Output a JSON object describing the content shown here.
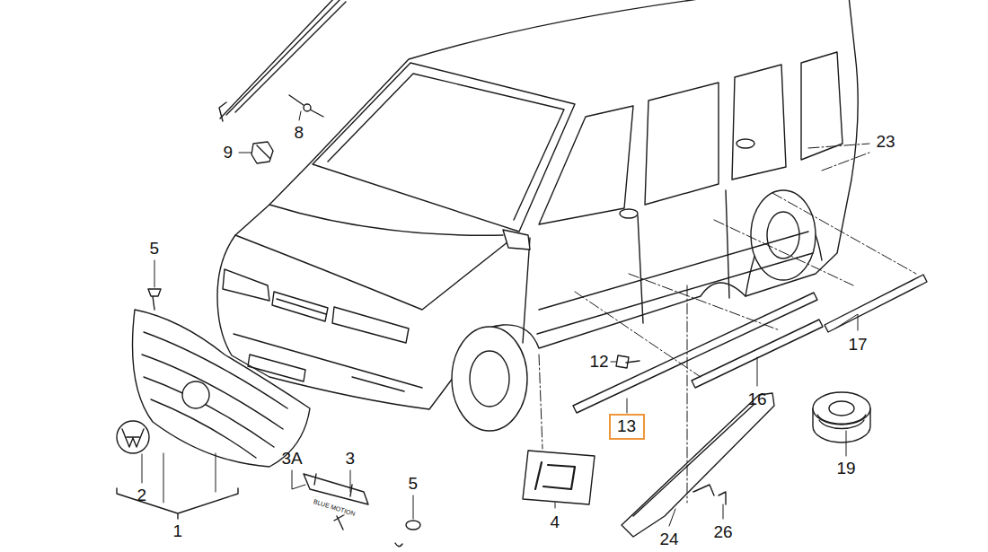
{
  "diagram": {
    "nodes": [
      {
        "text": [
          "13"
        ]
      }
    ],
    "labels": [
      "8",
      "9",
      "23",
      "5",
      "1",
      "2",
      "3A",
      "3",
      "BLUE MOTION",
      "5",
      "12",
      "17",
      "16",
      "19",
      "4",
      "24",
      "26"
    ]
  }
}
